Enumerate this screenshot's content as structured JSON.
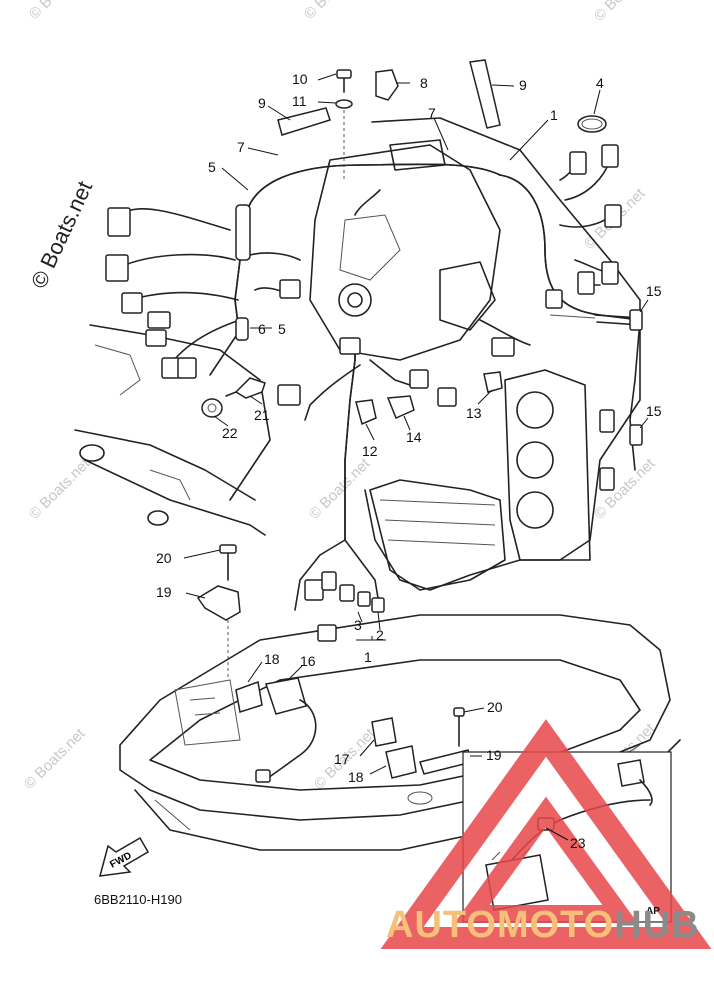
{
  "watermark": {
    "main": "© Boats.net",
    "repeat": "© Boats.net"
  },
  "callouts": [
    "1",
    "2",
    "3",
    "4",
    "5",
    "6",
    "7",
    "8",
    "9",
    "10",
    "11",
    "12",
    "13",
    "14",
    "15",
    "16",
    "17",
    "18",
    "19",
    "20",
    "21",
    "22",
    "23"
  ],
  "diagram_code": "6BB2110-H190",
  "fwd_label": "FWD",
  "inset_label": "AP",
  "brand": {
    "part1": "AUTOMOTO",
    "part2": "HUB"
  },
  "colors": {
    "triangle": "#e8474a",
    "brand_orange": "#f6c07a",
    "brand_gray": "#8a8a8a"
  }
}
